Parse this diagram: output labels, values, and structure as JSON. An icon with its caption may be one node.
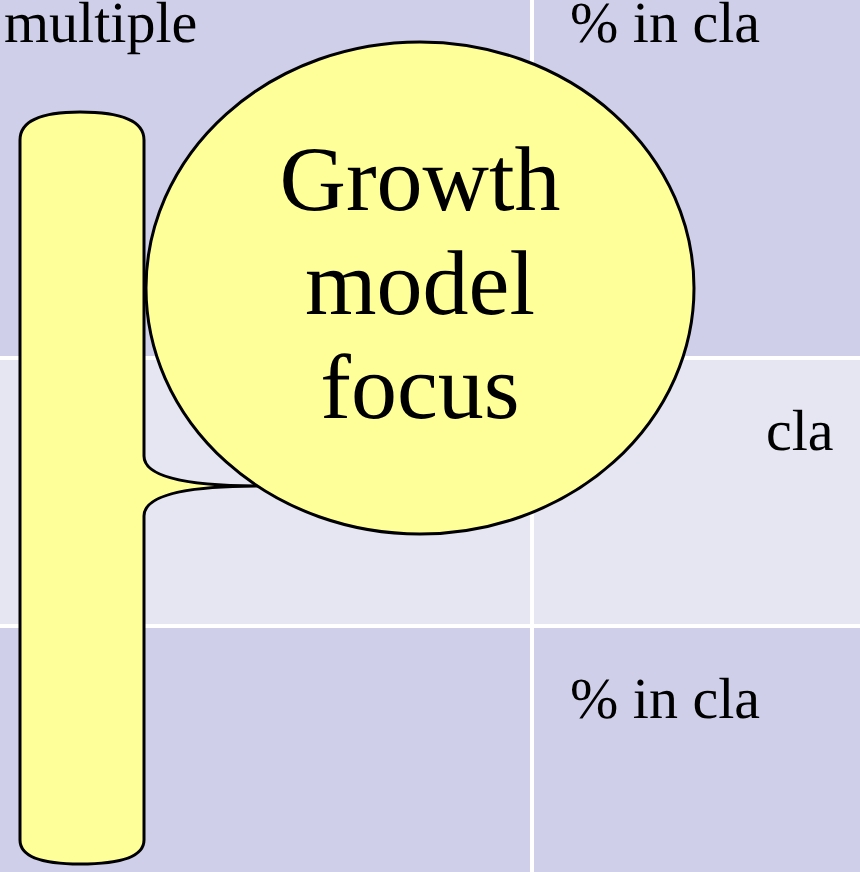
{
  "diagram": {
    "nodes": [
      {
        "text": [
          "Growth model focus"
        ]
      }
    ],
    "edges": [],
    "labels": [
      "multiple",
      "% in cla",
      "cla",
      "% in cla"
    ]
  }
}
